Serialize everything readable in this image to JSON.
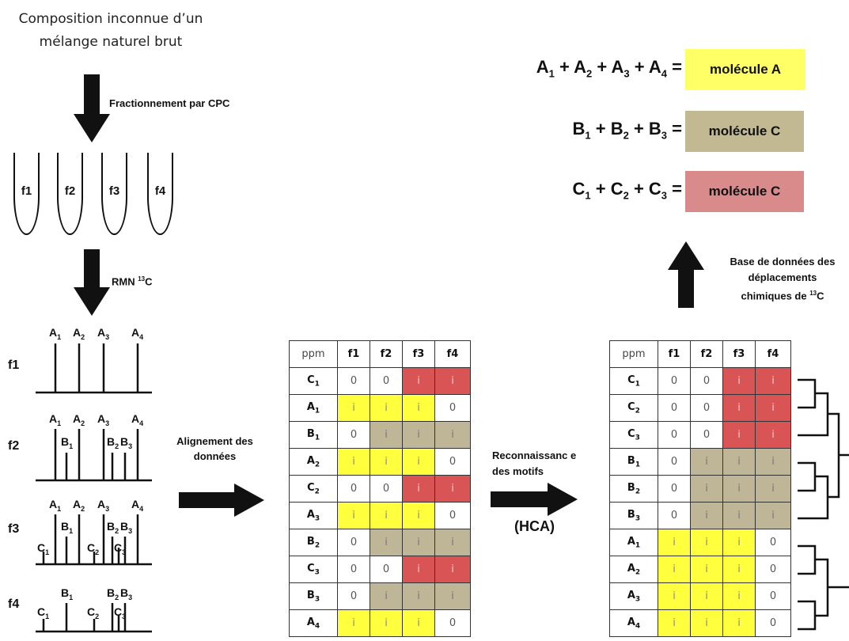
{
  "source_title": "Composition inconnue d’un mélange naturel brut",
  "steps": {
    "cpc": "Fractionnement par CPC",
    "nmr_prefix": "RMN",
    "nmr_isotope": "13",
    "nmr_suffix": "C",
    "alignment": "Alignement des données",
    "recognition": "Reconnaissanc e des motifs",
    "hca": "(HCA)",
    "database_line1": "Base de données des",
    "database_line2": "déplacements",
    "database_line3_prefix": "chimiques de",
    "database_isotope": "13",
    "database_suffix": "C"
  },
  "tubes": [
    "f1",
    "f2",
    "f3",
    "f4"
  ],
  "spectra": {
    "row_labels": [
      "f1",
      "f2",
      "f3",
      "f4"
    ],
    "peaks": {
      "A1": "A",
      "A2": "A",
      "A3": "A",
      "A4": "A",
      "B1": "B",
      "B2": "B",
      "B3": "B",
      "C1": "C",
      "C2": "C",
      "C3": "C"
    }
  },
  "equations": [
    {
      "terms": "A1 + A2 + A3 + A4",
      "result": "molécule A",
      "color": "#ffff66"
    },
    {
      "terms": "B1 + B2 + B3",
      "result": "molécule C",
      "color": "#c2b993"
    },
    {
      "terms": "C1 + C2 + C3",
      "result": "molécule C",
      "color": "#d98a8a"
    }
  ],
  "matrix_headers": [
    "ppm",
    "f1",
    "f2",
    "f3",
    "f4"
  ],
  "matrix_unsorted": [
    {
      "label": "C",
      "sub": "1",
      "cells": [
        "0",
        "0",
        "i",
        "i"
      ],
      "colors": [
        "w",
        "w",
        "r",
        "r"
      ]
    },
    {
      "label": "A",
      "sub": "1",
      "cells": [
        "i",
        "i",
        "i",
        "0"
      ],
      "colors": [
        "y",
        "y",
        "y",
        "w"
      ]
    },
    {
      "label": "B",
      "sub": "1",
      "cells": [
        "0",
        "i",
        "i",
        "i"
      ],
      "colors": [
        "w",
        "t",
        "t",
        "t"
      ]
    },
    {
      "label": "A",
      "sub": "2",
      "cells": [
        "i",
        "i",
        "i",
        "0"
      ],
      "colors": [
        "y",
        "y",
        "y",
        "w"
      ]
    },
    {
      "label": "C",
      "sub": "2",
      "cells": [
        "0",
        "0",
        "i",
        "i"
      ],
      "colors": [
        "w",
        "w",
        "r",
        "r"
      ]
    },
    {
      "label": "A",
      "sub": "3",
      "cells": [
        "i",
        "i",
        "i",
        "0"
      ],
      "colors": [
        "y",
        "y",
        "y",
        "w"
      ]
    },
    {
      "label": "B",
      "sub": "2",
      "cells": [
        "0",
        "i",
        "i",
        "i"
      ],
      "colors": [
        "w",
        "t",
        "t",
        "t"
      ]
    },
    {
      "label": "C",
      "sub": "3",
      "cells": [
        "0",
        "0",
        "i",
        "i"
      ],
      "colors": [
        "w",
        "w",
        "r",
        "r"
      ]
    },
    {
      "label": "B",
      "sub": "3",
      "cells": [
        "0",
        "i",
        "i",
        "i"
      ],
      "colors": [
        "w",
        "t",
        "t",
        "t"
      ]
    },
    {
      "label": "A",
      "sub": "4",
      "cells": [
        "i",
        "i",
        "i",
        "0"
      ],
      "colors": [
        "y",
        "y",
        "y",
        "w"
      ]
    }
  ],
  "matrix_sorted": [
    {
      "label": "C",
      "sub": "1",
      "cells": [
        "0",
        "0",
        "i",
        "i"
      ],
      "colors": [
        "w",
        "w",
        "r",
        "r"
      ]
    },
    {
      "label": "C",
      "sub": "2",
      "cells": [
        "0",
        "0",
        "i",
        "i"
      ],
      "colors": [
        "w",
        "w",
        "r",
        "r"
      ]
    },
    {
      "label": "C",
      "sub": "3",
      "cells": [
        "0",
        "0",
        "i",
        "i"
      ],
      "colors": [
        "w",
        "w",
        "r",
        "r"
      ]
    },
    {
      "label": "B",
      "sub": "1",
      "cells": [
        "0",
        "i",
        "i",
        "i"
      ],
      "colors": [
        "w",
        "t",
        "t",
        "t"
      ]
    },
    {
      "label": "B",
      "sub": "2",
      "cells": [
        "0",
        "i",
        "i",
        "i"
      ],
      "colors": [
        "w",
        "t",
        "t",
        "t"
      ]
    },
    {
      "label": "B",
      "sub": "3",
      "cells": [
        "0",
        "i",
        "i",
        "i"
      ],
      "colors": [
        "w",
        "t",
        "t",
        "t"
      ]
    },
    {
      "label": "A",
      "sub": "1",
      "cells": [
        "i",
        "i",
        "i",
        "0"
      ],
      "colors": [
        "y",
        "y",
        "y",
        "w"
      ]
    },
    {
      "label": "A",
      "sub": "2",
      "cells": [
        "i",
        "i",
        "i",
        "0"
      ],
      "colors": [
        "y",
        "y",
        "y",
        "w"
      ]
    },
    {
      "label": "A",
      "sub": "3",
      "cells": [
        "i",
        "i",
        "i",
        "0"
      ],
      "colors": [
        "y",
        "y",
        "y",
        "w"
      ]
    },
    {
      "label": "A",
      "sub": "4",
      "cells": [
        "i",
        "i",
        "i",
        "0"
      ],
      "colors": [
        "y",
        "y",
        "y",
        "w"
      ]
    }
  ]
}
